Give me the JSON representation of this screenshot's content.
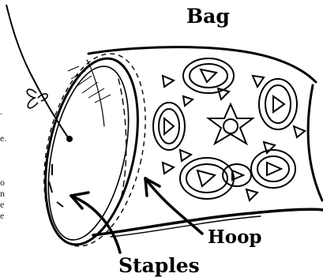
{
  "labels": {
    "bag": "Bag",
    "hoop": "Hoop",
    "staples": "Staples"
  },
  "cropped_text_fragments": [
    ".",
    "e.",
    "o",
    "n",
    "e",
    "e"
  ],
  "colors": {
    "ink": "#000000",
    "paper": "#ffffff"
  }
}
